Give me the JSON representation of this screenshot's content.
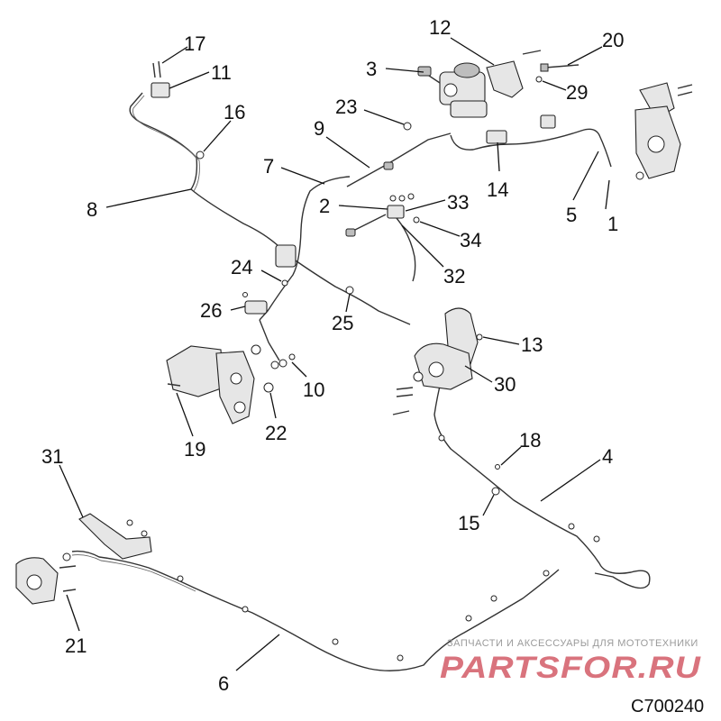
{
  "callouts": {
    "c1": "1",
    "c2": "2",
    "c3": "3",
    "c4": "4",
    "c5": "5",
    "c6": "6",
    "c7": "7",
    "c8": "8",
    "c9": "9",
    "c10": "10",
    "c11": "11",
    "c12": "12",
    "c13": "13",
    "c14": "14",
    "c15": "15",
    "c16": "16",
    "c17": "17",
    "c18": "18",
    "c19": "19",
    "c20": "20",
    "c21": "21",
    "c22": "22",
    "c23": "23",
    "c24": "24",
    "c25": "25",
    "c26": "26",
    "c29": "29",
    "c30": "30",
    "c31": "31",
    "c32": "32",
    "c33": "33",
    "c34": "34"
  },
  "watermark": {
    "tagline": "ЗАПЧАСТИ И АКСЕССУАРЫ ДЛЯ МОТОТЕХНИКИ",
    "brand": "PARTSFOR.RU"
  },
  "diagram_code": "C700240"
}
